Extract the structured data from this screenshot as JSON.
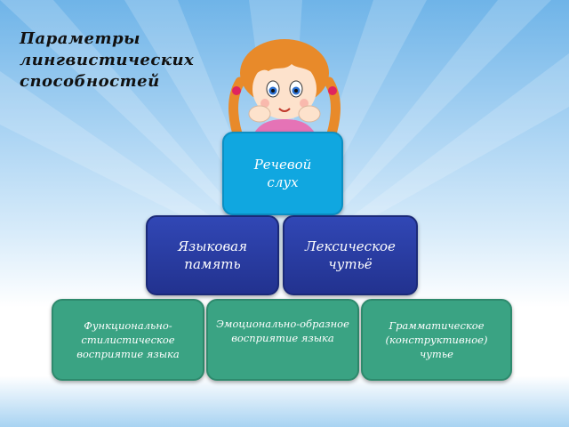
{
  "title": {
    "line1": "Параметры",
    "line2": "лингвистических",
    "line3": "способностей"
  },
  "pyramid": {
    "top": {
      "line1": "Речевой",
      "line2": "слух"
    },
    "middle": [
      {
        "line1": "Языковая",
        "line2": "память"
      },
      {
        "line1": "Лексическое",
        "line2": "чутьё"
      }
    ],
    "bottom": [
      {
        "line1": "Функционально-",
        "line2": "стилистическое",
        "line3": "восприятие языка"
      },
      {
        "line1": "Эмоционально-образное",
        "line2": "восприятие языка"
      },
      {
        "line1": "Грамматическое",
        "line2": "(конструктивное) чутье"
      }
    ]
  },
  "colors": {
    "top_box": "#10a7e0",
    "middle_box": "#2a3ba2",
    "bottom_box": "#3aa383",
    "background_sky": "#6fb4e8"
  },
  "illustration": "cartoon-girl-with-pigtails"
}
